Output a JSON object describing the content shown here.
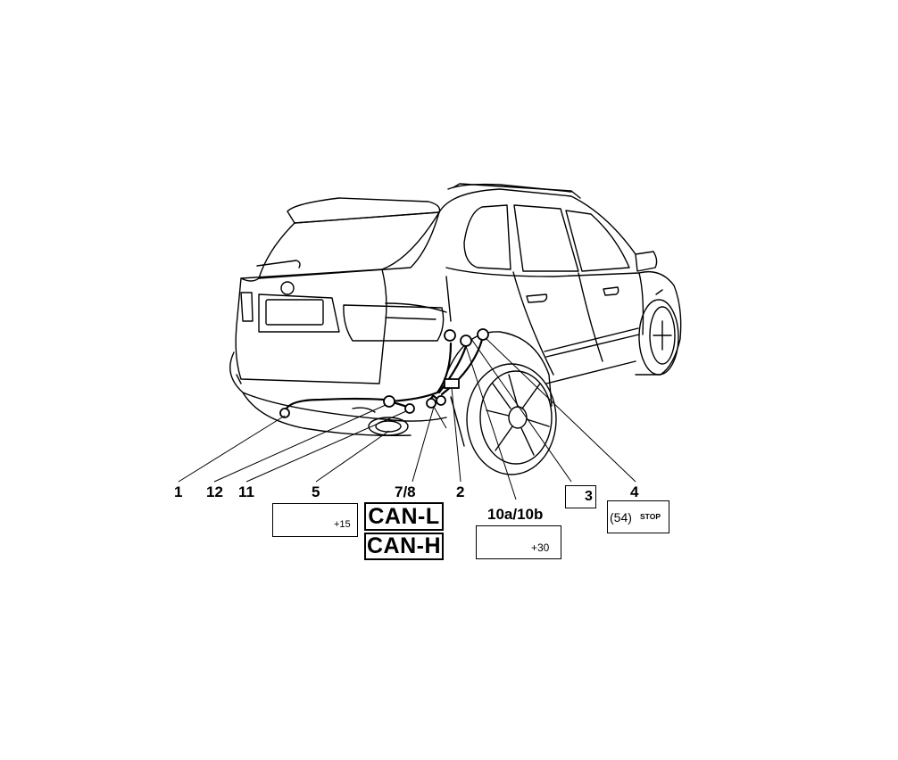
{
  "callouts": {
    "c1": "1",
    "c12": "12",
    "c11": "11",
    "c5": "5",
    "c78": "7/8",
    "c2": "2",
    "c10": "10a/10b",
    "c4": "4",
    "c3": "3"
  },
  "boxes": {
    "ignition_voltage": "+15",
    "permanent_voltage": "+30",
    "can_low": "CAN-L",
    "can_high": "CAN-H",
    "brake_circuit": "(54)",
    "stop_sign": "STOP"
  },
  "colors": {
    "ink": "#000000",
    "paper": "#ffffff"
  },
  "icons": [
    "car-outline",
    "battery-icon",
    "ignition-key-icon",
    "fuse-icon",
    "ground-icon",
    "stop-sign-icon"
  ]
}
